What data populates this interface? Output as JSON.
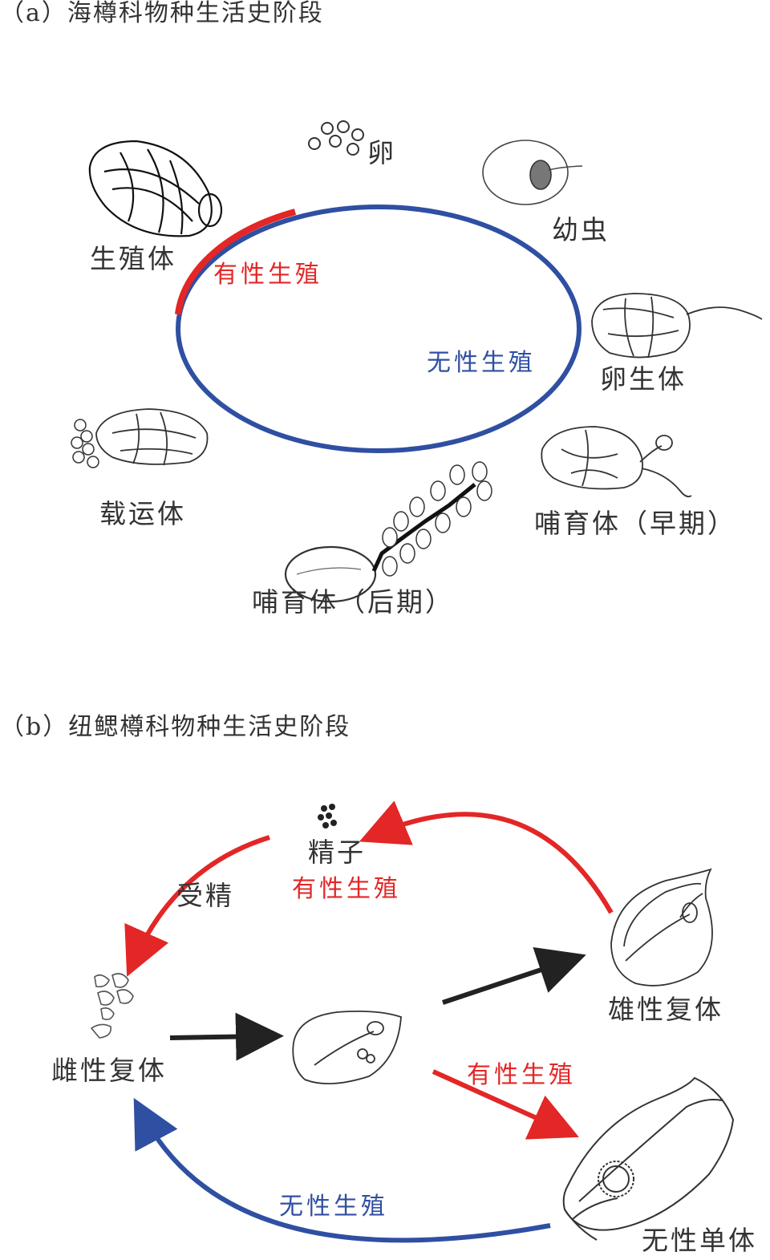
{
  "colors": {
    "red": "#e32626",
    "blue": "#2f4fa2",
    "black": "#222222"
  },
  "panel_a": {
    "title": "（a）海樽科物种生活史阶段",
    "stages": {
      "egg": "卵",
      "larva": "幼虫",
      "oozooid": "卵生体",
      "nurse_early": "哺育体（早期）",
      "nurse_late": "哺育体（后期）",
      "phorozooid": "载运体",
      "gonozooid": "生殖体"
    },
    "sexual": "有性生殖",
    "asexual": "无性生殖"
  },
  "panel_b": {
    "title": "（b）纽鳃樽科物种生活史阶段",
    "stages": {
      "sperm": "精子",
      "female": "雌性复体",
      "male": "雄性复体",
      "solitary": "无性单体"
    },
    "fertilization": "受精",
    "sexual_top": "有性生殖",
    "sexual_mid": "有性生殖",
    "asexual": "无性生殖"
  }
}
